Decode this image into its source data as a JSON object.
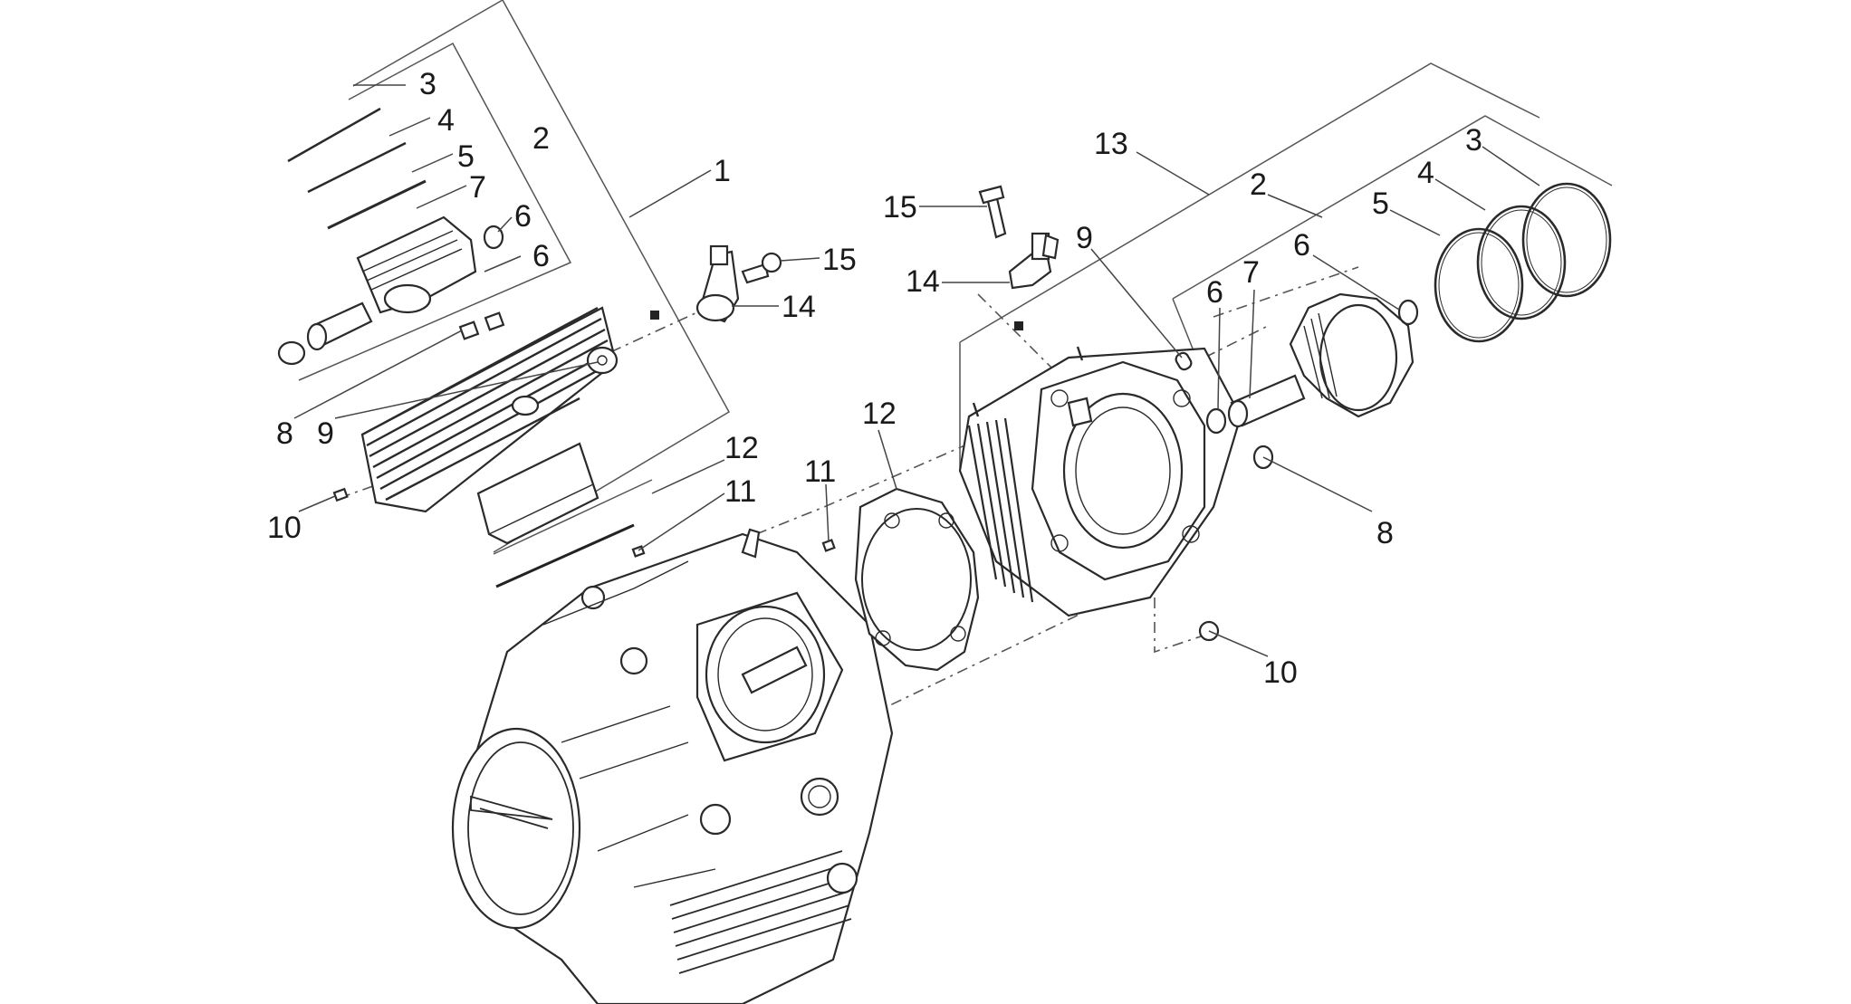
{
  "callouts": [
    {
      "id": "c3a",
      "text": "3"
    },
    {
      "id": "c4a",
      "text": "4"
    },
    {
      "id": "c5a",
      "text": "5"
    },
    {
      "id": "c7a",
      "text": "7"
    },
    {
      "id": "c2a",
      "text": "2"
    },
    {
      "id": "c6a",
      "text": "6"
    },
    {
      "id": "c6b",
      "text": "6"
    },
    {
      "id": "c1",
      "text": "1"
    },
    {
      "id": "c8a",
      "text": "8"
    },
    {
      "id": "c9a",
      "text": "9"
    },
    {
      "id": "c10a",
      "text": "10"
    },
    {
      "id": "c12a",
      "text": "12"
    },
    {
      "id": "c11a",
      "text": "11"
    },
    {
      "id": "c15a",
      "text": "15"
    },
    {
      "id": "c14a",
      "text": "14"
    },
    {
      "id": "c13",
      "text": "13"
    },
    {
      "id": "c15b",
      "text": "15"
    },
    {
      "id": "c14b",
      "text": "14"
    },
    {
      "id": "c9b",
      "text": "9"
    },
    {
      "id": "c2b",
      "text": "2"
    },
    {
      "id": "c3b",
      "text": "3"
    },
    {
      "id": "c4b",
      "text": "4"
    },
    {
      "id": "c5b",
      "text": "5"
    },
    {
      "id": "c6c",
      "text": "6"
    },
    {
      "id": "c6d",
      "text": "6"
    },
    {
      "id": "c7b",
      "text": "7"
    },
    {
      "id": "c11b",
      "text": "11"
    },
    {
      "id": "c12b",
      "text": "12"
    },
    {
      "id": "c8b",
      "text": "8"
    },
    {
      "id": "c10b",
      "text": "10"
    }
  ]
}
